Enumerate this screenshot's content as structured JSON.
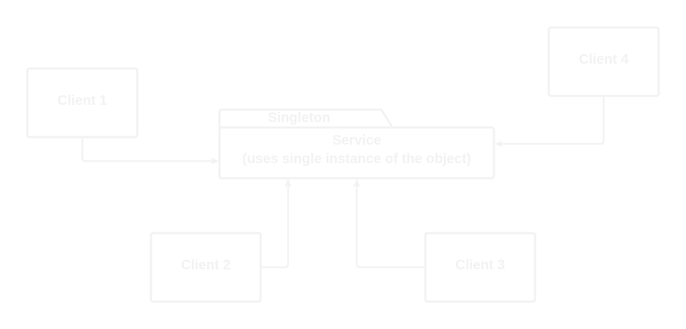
{
  "colors": {
    "stroke": "#f2f2f2",
    "text": "#f2f2f2",
    "background": "#ffffff"
  },
  "singleton_tab": {
    "label": "Singleton"
  },
  "service": {
    "line1": "Service",
    "line2": "(uses single instance of the object)"
  },
  "clients": [
    {
      "label": "Client 1"
    },
    {
      "label": "Client 2"
    },
    {
      "label": "Client 3"
    },
    {
      "label": "Client 4"
    }
  ]
}
